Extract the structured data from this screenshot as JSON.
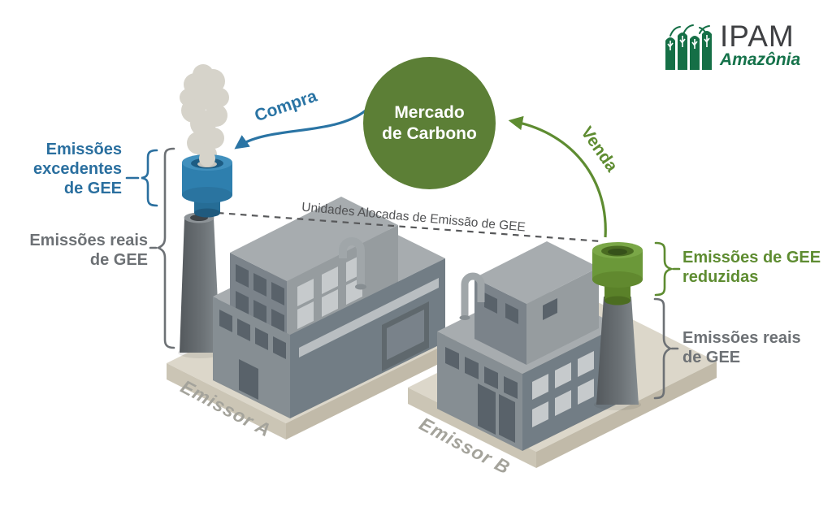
{
  "logo": {
    "title": "IPAM",
    "subtitle": "Amazônia"
  },
  "market": {
    "line1": "Mercado",
    "line2": "de Carbono"
  },
  "flows": {
    "buy": "Compra",
    "sell": "Venda"
  },
  "allocation_label": "Unidades Alocadas de Emissão de GEE",
  "emitter_a": {
    "name": "Emissor A",
    "excess": [
      "Emissões",
      "excedentes",
      "de GEE"
    ],
    "real": [
      "Emissões reais",
      "de GEE"
    ]
  },
  "emitter_b": {
    "name": "Emissor B",
    "reduced": [
      "Emissões de GEE",
      "reduzidas"
    ],
    "real": [
      "Emissões reais",
      "de GEE"
    ]
  },
  "colors": {
    "market_green": "#5c7f36",
    "flow_blue": "#2a74a4",
    "flow_green": "#5e8c31",
    "label_gray": "#6d7175",
    "logo_green": "#156f46",
    "smoke": "#d6d3ca"
  }
}
